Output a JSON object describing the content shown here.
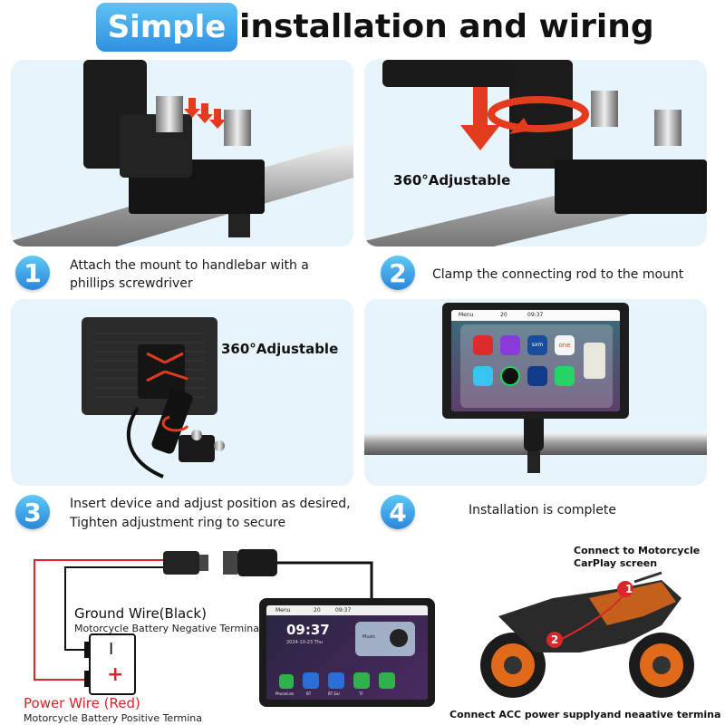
{
  "title": {
    "highlight": "Simple",
    "rest": "installation and wiring"
  },
  "steps": [
    {
      "number": "1",
      "text_line1": "Attach the mount to handlebar with a",
      "text_line2": "phillips screwdriver"
    },
    {
      "number": "2",
      "text_line1": "Clamp the connecting rod to the mount",
      "text_line2": ""
    },
    {
      "number": "3",
      "text_line1": "Insert device and adjust position as desired,",
      "text_line2": "Tighten adjustment ring to secure"
    },
    {
      "number": "4",
      "text_line1": "Installation is complete",
      "text_line2": ""
    }
  ],
  "panel_labels": {
    "adjustable_2": "360°Adjustable",
    "adjustable_3": "360°Adjustable"
  },
  "screen_small": {
    "menu": "Menu",
    "time": "09:37",
    "volume": "20"
  },
  "screen_large": {
    "menu": "Menu",
    "time": "09:37",
    "date": "2024-10-23 Thu",
    "volume": "20",
    "music": "Music",
    "app1": "PhoneLink",
    "app2": "BT",
    "app3": "BT Ear",
    "app4": "TF"
  },
  "apps": [
    "iHeart",
    "Podcasts",
    "sxm",
    "one",
    "Waze",
    "Spotify",
    "MLB",
    "WhatsApp"
  ],
  "wiring": {
    "ground_title": "Ground Wire(Black)",
    "ground_sub": "Motorcycle Battery Negative Terminal",
    "power_title": "Power Wire (Red)",
    "power_sub": "Motorcycle Battery Positive Termina",
    "battery_minus": "I",
    "battery_plus": "+"
  },
  "motorcycle": {
    "label_top_line1": "Connect to Motorcycle",
    "label_top_line2": "CarPlay screen",
    "label_bottom": "Connect ACC power supplyand neaative termina",
    "marker1": "1",
    "marker2": "2"
  },
  "colors": {
    "accent_blue": "#2f8fe0",
    "panel_bg": "#e8f4fc",
    "arrow_red": "#e23b1e",
    "wire_red": "#d8262b"
  }
}
